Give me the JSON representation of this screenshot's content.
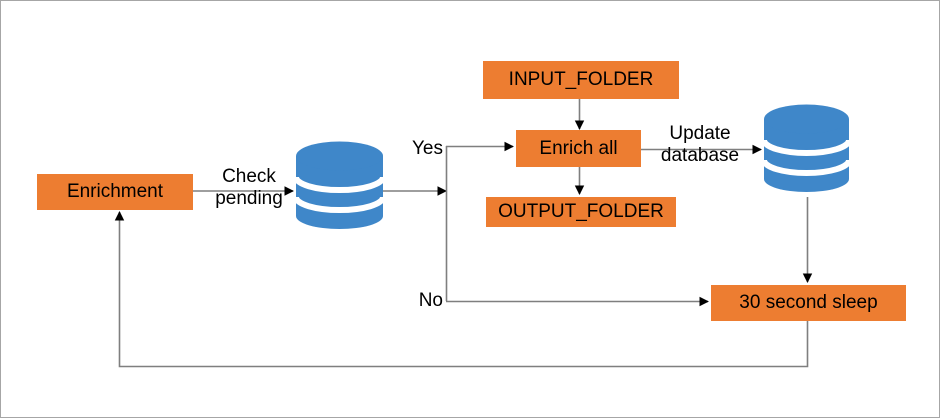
{
  "diagram": {
    "title": "Enrichment pipeline flowchart",
    "colors": {
      "node_fill": "#ED7D31",
      "cylinder_fill": "#3F87C9",
      "cylinder_band": "#FFFFFF",
      "connector": "#7F7F7F",
      "arrowhead": "#000000",
      "canvas_background": "#FFFFFF",
      "frame_border": "#A6A6A6"
    },
    "nodes": [
      {
        "id": "enrichment",
        "label": "Enrichment",
        "shape": "process"
      },
      {
        "id": "pending_db",
        "label": "",
        "shape": "database"
      },
      {
        "id": "input_folder",
        "label": "INPUT_FOLDER",
        "shape": "process"
      },
      {
        "id": "enrich_all",
        "label": "Enrich all",
        "shape": "process"
      },
      {
        "id": "output_folder",
        "label": "OUTPUT_FOLDER",
        "shape": "process"
      },
      {
        "id": "updated_db",
        "label": "",
        "shape": "database"
      },
      {
        "id": "sleep",
        "label": "30 second sleep",
        "shape": "process"
      }
    ],
    "edges": [
      {
        "from": "enrichment",
        "to": "pending_db",
        "label": "Check\npending",
        "label_line1": "Check",
        "label_line2": "pending"
      },
      {
        "from": "pending_db",
        "to": "decision",
        "label": ""
      },
      {
        "from": "decision",
        "to": "enrich_all",
        "label": "Yes"
      },
      {
        "from": "decision",
        "to": "sleep",
        "label": "No"
      },
      {
        "from": "input_folder",
        "to": "enrich_all",
        "label": ""
      },
      {
        "from": "enrich_all",
        "to": "output_folder",
        "label": ""
      },
      {
        "from": "enrich_all",
        "to": "updated_db",
        "label": "Update\ndatabase",
        "label_line1": "Update",
        "label_line2": "database"
      },
      {
        "from": "updated_db",
        "to": "sleep",
        "label": ""
      },
      {
        "from": "sleep",
        "to": "enrichment",
        "label": ""
      }
    ],
    "labels": {
      "enrichment": "Enrichment",
      "input_folder": "INPUT_FOLDER",
      "enrich_all": "Enrich all",
      "output_folder": "OUTPUT_FOLDER",
      "sleep": "30 second sleep",
      "check_pending_line1": "Check",
      "check_pending_line2": "pending",
      "update_database_line1": "Update",
      "update_database_line2": "database",
      "yes": "Yes",
      "no": "No"
    }
  }
}
